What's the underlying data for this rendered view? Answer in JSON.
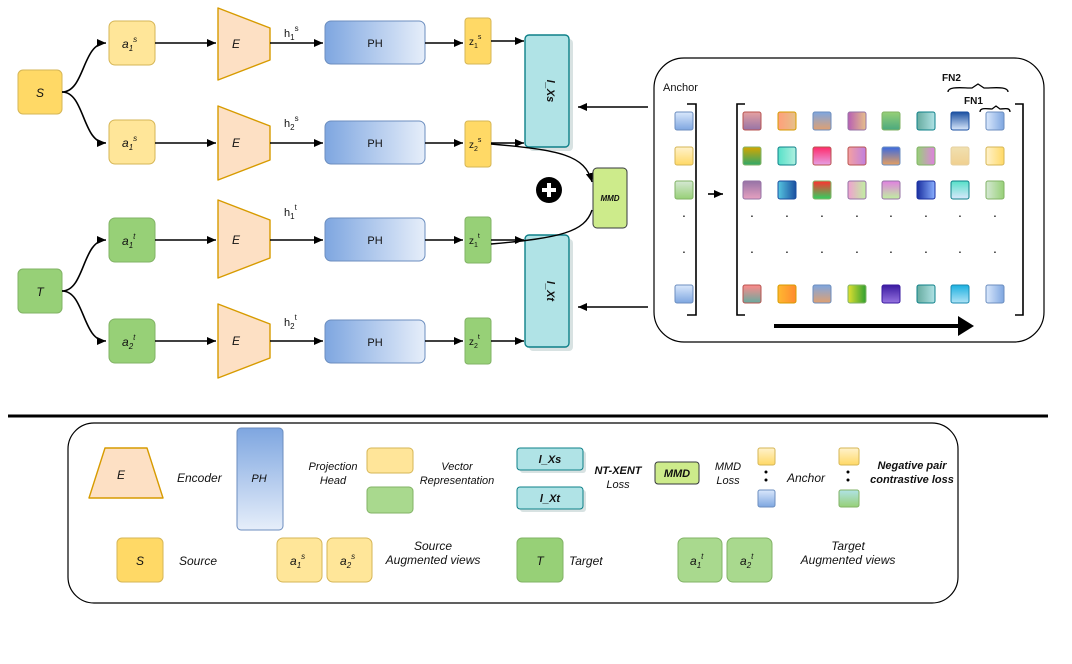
{
  "diagram": {
    "source_node": "S",
    "target_node": "T",
    "encoder": "E",
    "projection_head": "PH",
    "mmd": "MMD",
    "plus_sign": "+",
    "views": {
      "a_s": {
        "base": "a",
        "sub": "1",
        "sup": "s"
      },
      "a2_s": {
        "base": "a",
        "sub": "1",
        "sup": "s"
      },
      "a_t": {
        "base": "a",
        "sub": "1",
        "sup": "t"
      },
      "a2_t": {
        "base": "a",
        "sub": "2",
        "sup": "t"
      }
    },
    "hidden": {
      "h1s": {
        "base": "h",
        "sub": "1",
        "sup": "s"
      },
      "h2s": {
        "base": "h",
        "sub": "2",
        "sup": "s"
      },
      "h1t": {
        "base": "h",
        "sub": "1",
        "sup": "t"
      },
      "h2t": {
        "base": "h",
        "sub": "2",
        "sup": "t"
      }
    },
    "proj": {
      "z1s": {
        "base": "z",
        "sub": "1",
        "sup": "s"
      },
      "z2s": {
        "base": "z",
        "sub": "2",
        "sup": "s"
      },
      "z1t": {
        "base": "z",
        "sub": "1",
        "sup": "t"
      },
      "z2t": {
        "base": "z",
        "sub": "2",
        "sup": "t"
      }
    },
    "loss_source": "l_Xs",
    "loss_target": "l_Xt",
    "anchor_label": "Anchor",
    "fn1": "FN1",
    "fn2": "FN2",
    "dots": "·"
  },
  "legend": {
    "encoder_symbol": "E",
    "encoder_label": "Encoder",
    "ph_symbol": "PH",
    "ph_label_1": "Projection",
    "ph_label_2": "Head",
    "vector_label_1": "Vector",
    "vector_label_2": "Representation",
    "loss_s": "l_Xs",
    "loss_t": "l_Xt",
    "ntxent_1": "NT-XENT",
    "ntxent_2": "Loss",
    "mmd_symbol": "MMD",
    "mmd_label_1": "MMD",
    "mmd_label_2": "Loss",
    "anchor_label": "Anchor",
    "neg_label_1": "Negative pair",
    "neg_label_2": "contrastive loss",
    "source_symbol": "S",
    "source_label": "Source",
    "src_aug_1": "Source",
    "src_aug_2": "Augmented views",
    "target_symbol": "T",
    "target_label": "Target",
    "tgt_aug_1": "Target",
    "tgt_aug_2": "Augmented views",
    "src_view1": {
      "base": "a",
      "sub": "1",
      "sup": "s"
    },
    "src_view2": {
      "base": "a",
      "sub": "2",
      "sup": "s"
    },
    "tgt_view1": {
      "base": "a",
      "sub": "1",
      "sup": "t"
    },
    "tgt_view2": {
      "base": "a",
      "sub": "2",
      "sup": "t"
    }
  },
  "colors": {
    "yellow": "#ffd966",
    "yellow_stroke": "#d6b656",
    "green": "#97d077",
    "green_stroke": "#82b366",
    "encoder_fill": "#fde0c4",
    "encoder_stroke": "#d79b00",
    "ph_blue": "#6c8ebf",
    "loss_fill": "#b0e3e6",
    "loss_stroke": "#0e8088",
    "mmd_fill": "#cdeb8b"
  }
}
